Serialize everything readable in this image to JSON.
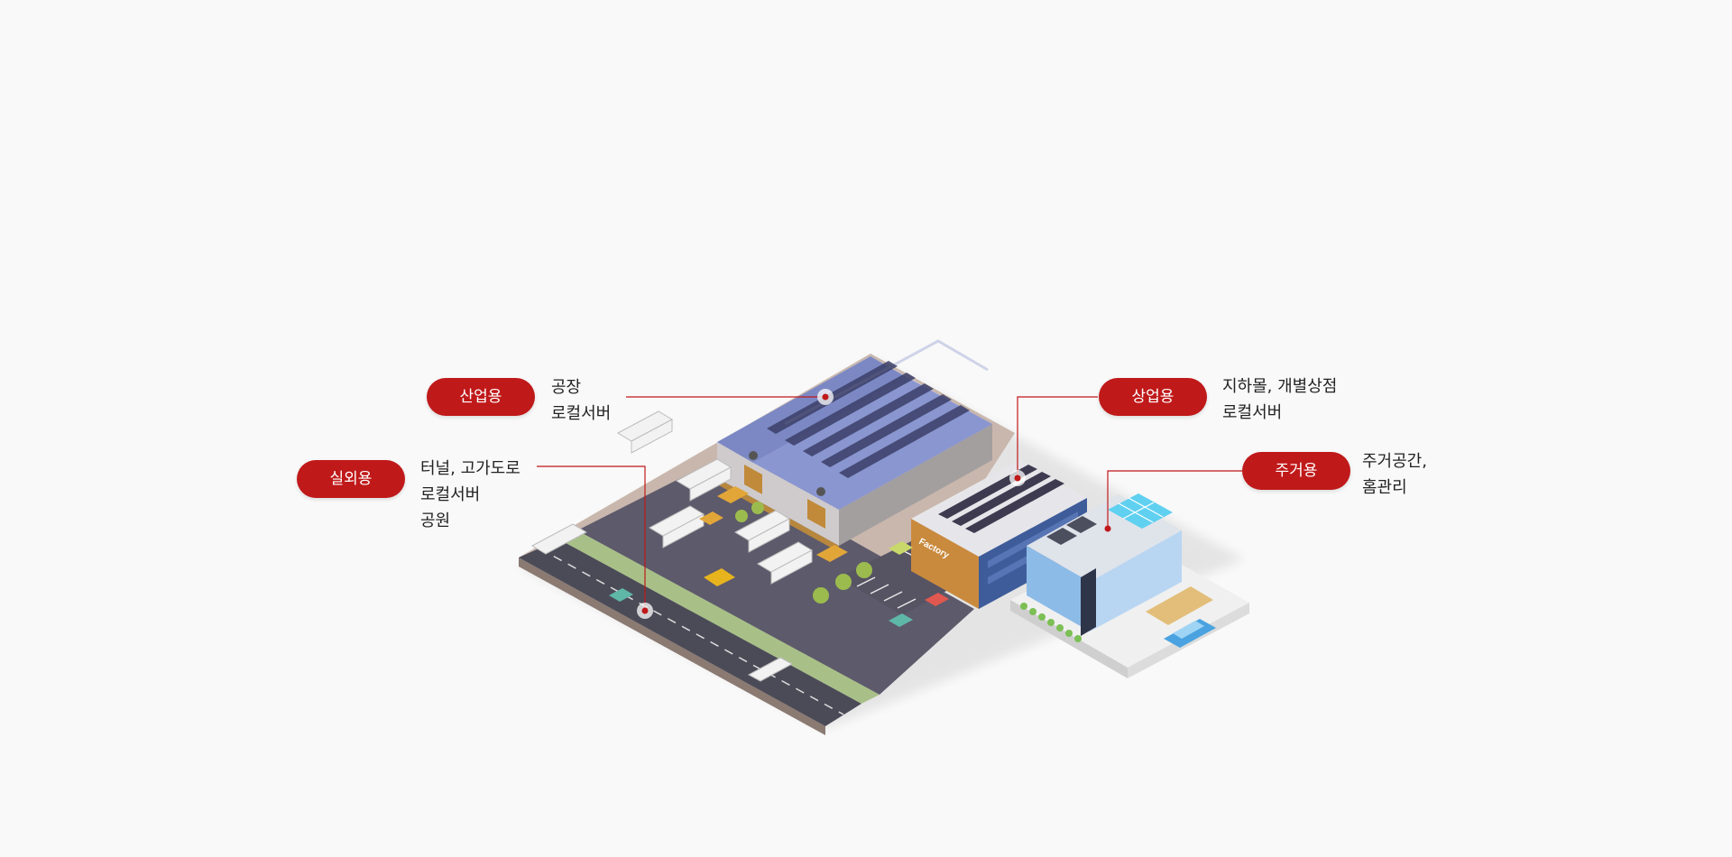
{
  "accent_color": "#c0191a",
  "callouts": [
    {
      "id": "industrial",
      "label": "산업용",
      "lines": [
        "공장",
        "로컬서버"
      ]
    },
    {
      "id": "outdoor",
      "label": "실외용",
      "lines": [
        "터널, 고가도로",
        "로컬서버",
        "공원"
      ]
    },
    {
      "id": "commercial",
      "label": "상업용",
      "lines": [
        "지하몰, 개별상점",
        "로컬서버"
      ]
    },
    {
      "id": "residential",
      "label": "주거용",
      "lines": [
        "주거공간,",
        "홈관리"
      ]
    }
  ],
  "illustration": {
    "factory_sign": "Factory"
  }
}
